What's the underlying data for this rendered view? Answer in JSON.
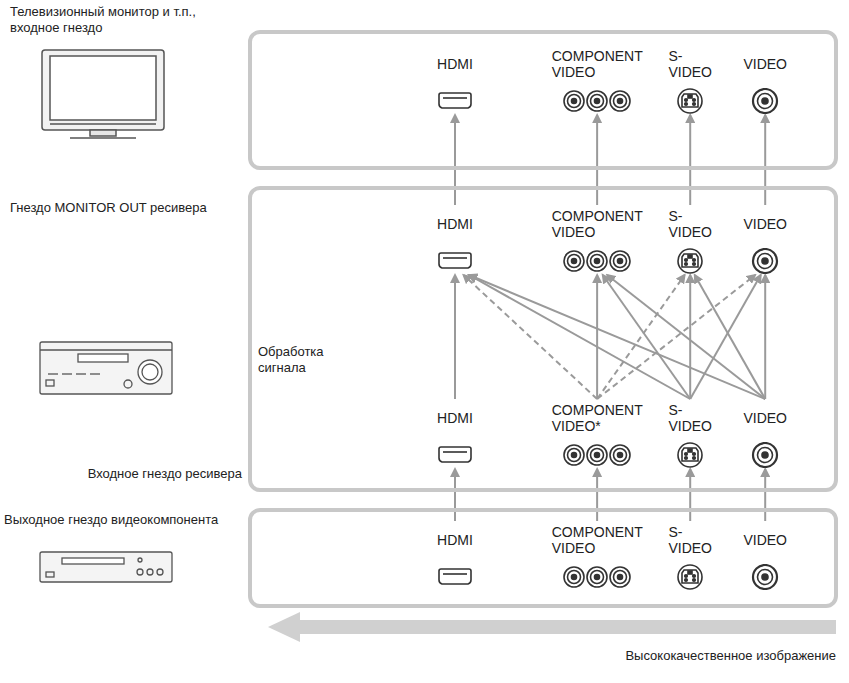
{
  "diagram": {
    "nodes": [
      {
        "text": [
          "Телевизионный монитор и т.п., входное гнездо"
        ]
      },
      {
        "text": [
          "HDMI"
        ],
        "in": 0
      },
      {
        "text": [
          "COMPONENT VIDEO"
        ],
        "in": 0
      },
      {
        "text": [
          "S-VIDEO"
        ],
        "in": 0
      },
      {
        "text": [
          "VIDEO"
        ],
        "in": 0
      },
      {
        "text": [
          "Гнездо MONITOR OUT ресивера",
          "Обработка сигнала",
          "Входное гнездо ресивера"
        ]
      },
      {
        "text": [
          "HDMI"
        ],
        "in": 5
      },
      {
        "text": [
          "COMPONENT VIDEO"
        ],
        "in": 5
      },
      {
        "text": [
          "S-VIDEO"
        ],
        "in": 5
      },
      {
        "text": [
          "VIDEO"
        ],
        "in": 5
      },
      {
        "text": [
          "HDMI"
        ],
        "in": 5
      },
      {
        "text": [
          "COMPONENT VIDEO*"
        ],
        "in": 5
      },
      {
        "text": [
          "S-VIDEO"
        ],
        "in": 5
      },
      {
        "text": [
          "VIDEO"
        ],
        "in": 5
      },
      {
        "text": [
          "Выходное гнездо видеокомпонента"
        ]
      },
      {
        "text": [
          "HDMI"
        ],
        "in": 14
      },
      {
        "text": [
          "COMPONENT VIDEO"
        ],
        "in": 14
      },
      {
        "text": [
          "S-VIDEO"
        ],
        "in": 14
      },
      {
        "text": [
          "VIDEO"
        ],
        "in": 14
      }
    ],
    "edges": [
      {
        "from": 15,
        "to": 10,
        "arrow": "to"
      },
      {
        "from": 16,
        "to": 11,
        "arrow": "to"
      },
      {
        "from": 17,
        "to": 12,
        "arrow": "to"
      },
      {
        "from": 18,
        "to": 13,
        "arrow": "to"
      },
      {
        "from": 10,
        "to": 6,
        "arrow": "to"
      },
      {
        "from": 11,
        "to": 7,
        "arrow": "to"
      },
      {
        "from": 12,
        "to": 8,
        "arrow": "to"
      },
      {
        "from": 13,
        "to": 9,
        "arrow": "to"
      },
      {
        "from": 6,
        "to": 1,
        "arrow": "to"
      },
      {
        "from": 7,
        "to": 2,
        "arrow": "to"
      },
      {
        "from": 8,
        "to": 3,
        "arrow": "to"
      },
      {
        "from": 9,
        "to": 4,
        "arrow": "to"
      },
      {
        "from": 11,
        "to": 6,
        "arrow": "to"
      },
      {
        "from": 11,
        "to": 8,
        "arrow": "to"
      },
      {
        "from": 11,
        "to": 9,
        "arrow": "to"
      },
      {
        "from": 12,
        "to": 6,
        "arrow": "to"
      },
      {
        "from": 12,
        "to": 7,
        "arrow": "to"
      },
      {
        "from": 12,
        "to": 9,
        "arrow": "to"
      },
      {
        "from": 13,
        "to": 6,
        "arrow": "to"
      },
      {
        "from": 13,
        "to": 7,
        "arrow": "to"
      },
      {
        "from": 13,
        "to": 8,
        "arrow": "to"
      }
    ],
    "labels": [
      "Высококачественное изображение"
    ]
  }
}
